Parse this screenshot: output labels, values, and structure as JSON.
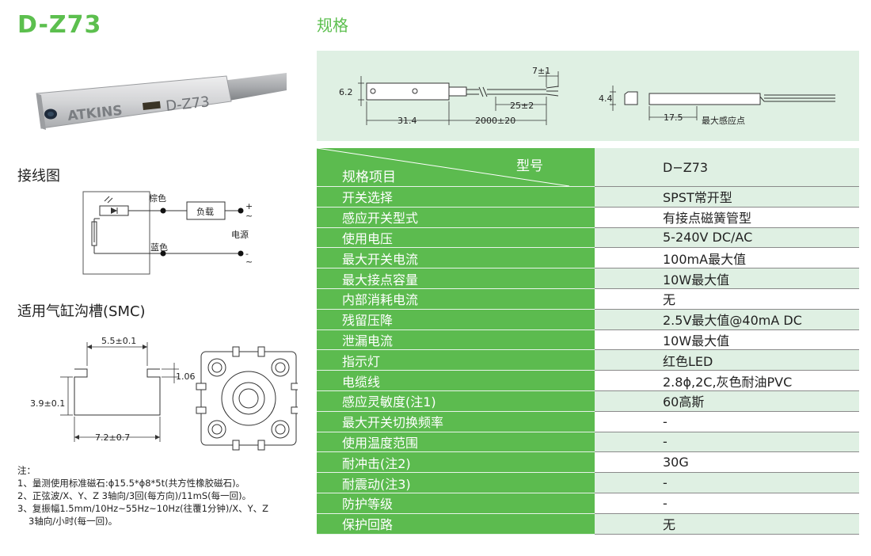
{
  "title": "D-Z73",
  "product_image": {
    "brand_text": "ATKINS",
    "model_text": "D-Z73"
  },
  "wiring": {
    "title": "接线图",
    "brown_label": "棕色",
    "blue_label": "蓝色",
    "load_label": "负载",
    "power_label": "电源",
    "plus": "+",
    "minus": "-",
    "tilde": "~"
  },
  "groove": {
    "title": "适用气缸沟槽(SMC)",
    "dim_top": "5.5±0.1",
    "dim_side": "1.06",
    "dim_height": "3.9±0.1",
    "dim_bottom": "7.2±0.7"
  },
  "notes": {
    "header": "注：",
    "items": [
      "1、量测使用标准磁石:ϕ15.5*ϕ8*5t(共方性橡胶磁石)。",
      "2、正弦波/X、Y、Z 3轴向/3回(每方向)/11mS(每一回)。",
      "3、复振幅1.5mm/10Hz~55Hz~10Hz(往覆1分钟)/X、Y、Z",
      "   3轴向/小时(每一回)。"
    ]
  },
  "spec": {
    "title": "规格",
    "dimensions": {
      "d_7": "7±1",
      "d_62": "6.2",
      "d_25": "25±2",
      "d_314": "31.4",
      "d_2000": "2000±20",
      "d_44": "4.4",
      "d_175": "17.5",
      "max_point": "最大感应点"
    },
    "header_item": "规格项目",
    "header_model": "型号",
    "header_value": "D−Z73",
    "rows": [
      {
        "k": "开关选择",
        "v": "SPST常开型"
      },
      {
        "k": "感应开关型式",
        "v": "有接点磁簧管型"
      },
      {
        "k": "使用电压",
        "v": "5-240V  DC/AC"
      },
      {
        "k": "最大开关电流",
        "v": "100mA最大值"
      },
      {
        "k": "最大接点容量",
        "v": "10W最大值"
      },
      {
        "k": "内部消耗电流",
        "v": "无"
      },
      {
        "k": "残留压降",
        "v": "2.5V最大值@40mA  DC"
      },
      {
        "k": "泄漏电流",
        "v": "10W最大值"
      },
      {
        "k": "指示灯",
        "v": "红色LED"
      },
      {
        "k": "电缆线",
        "v": "2.8ϕ,2C,灰色耐油PVC"
      },
      {
        "k": "感应灵敏度(注1)",
        "v": "60高斯"
      },
      {
        "k": "最大开关切换频率",
        "v": "-"
      },
      {
        "k": "使用温度范围",
        "v": "-"
      },
      {
        "k": "耐冲击(注2)",
        "v": "30G"
      },
      {
        "k": "耐震动(注3)",
        "v": "-"
      },
      {
        "k": "防护等级",
        "v": "-"
      },
      {
        "k": "保护回路",
        "v": "无"
      }
    ]
  }
}
